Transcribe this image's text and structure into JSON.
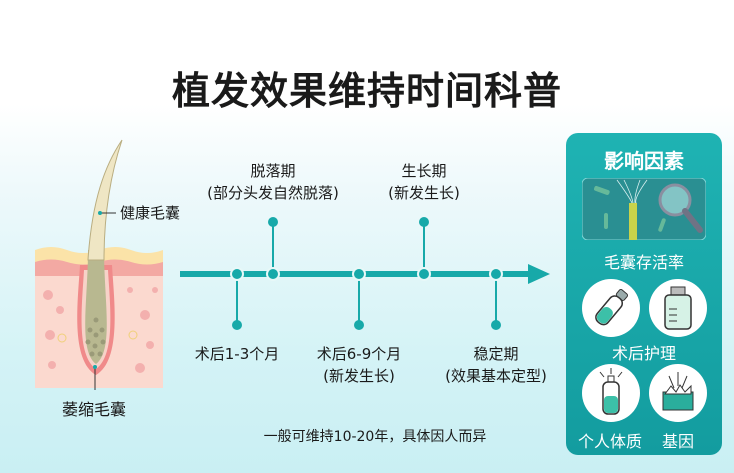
{
  "title": "植发效果维持时间科普",
  "illustration": {
    "healthy_label": "健康毛囊",
    "atrophic_label": "萎缩毛囊"
  },
  "timeline": {
    "upper": [
      {
        "title": "脱落期",
        "desc": "(部分头发自然脱落)"
      },
      {
        "title": "生长期",
        "desc": "(新发生长)"
      }
    ],
    "lower": [
      {
        "title": "术后1-3个月",
        "desc": ""
      },
      {
        "title": "术后6-9个月",
        "desc": "(新发生长)"
      },
      {
        "title": "稳定期",
        "desc": "(效果基本定型)"
      }
    ],
    "note": "一般可维持10-20年，具体因人而异"
  },
  "factors": {
    "title": "影响因素",
    "items": [
      "毛囊存活率",
      "术后护理",
      "个人体质",
      "基因"
    ]
  },
  "colors": {
    "accent": "#17a9a9",
    "skin": "#f6c9bd",
    "text": "#1a1a1a"
  }
}
